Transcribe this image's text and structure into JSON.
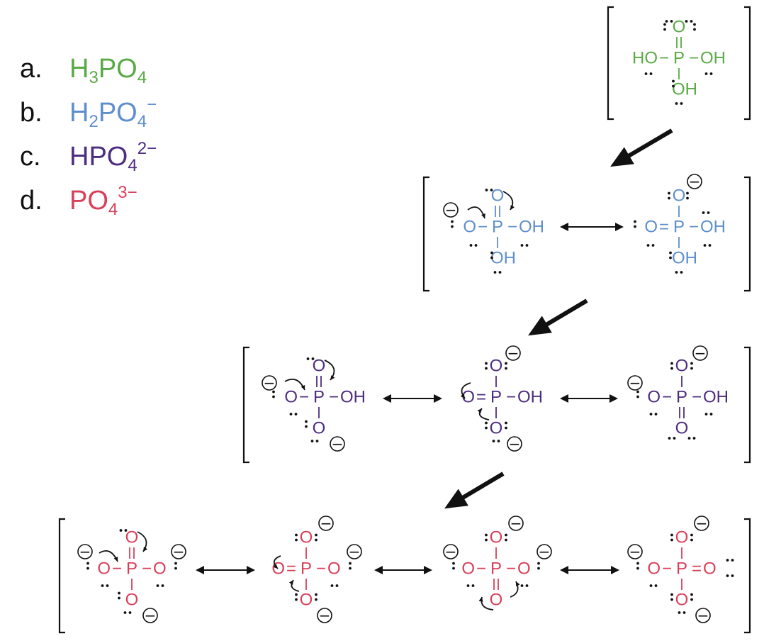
{
  "colors": {
    "green": "#5aaa45",
    "blue": "#5e8fcc",
    "purple": "#4d2d80",
    "red": "#d8405a",
    "black": "#111111"
  },
  "species": [
    {
      "label": "a.",
      "base": "H",
      "sub1": "3",
      "mid": "PO",
      "sub2": "4",
      "charge": "",
      "color_key": "green"
    },
    {
      "label": "b.",
      "base": "H",
      "sub1": "2",
      "mid": "PO",
      "sub2": "4",
      "charge": "−",
      "color_key": "blue"
    },
    {
      "label": "c.",
      "base": "",
      "sub1": "",
      "mid": "HPO",
      "sub2": "4",
      "charge": "2−",
      "color_key": "purple"
    },
    {
      "label": "d.",
      "base": "",
      "sub1": "",
      "mid": "PO",
      "sub2": "4",
      "charge": "3−",
      "color_key": "red"
    }
  ],
  "labels": {
    "O": "O",
    "P": "P",
    "OH": "OH",
    "HO": "HO",
    "minus": "−",
    "single_bond": "−",
    "double_bond": "=",
    "neg_charge": "−"
  }
}
